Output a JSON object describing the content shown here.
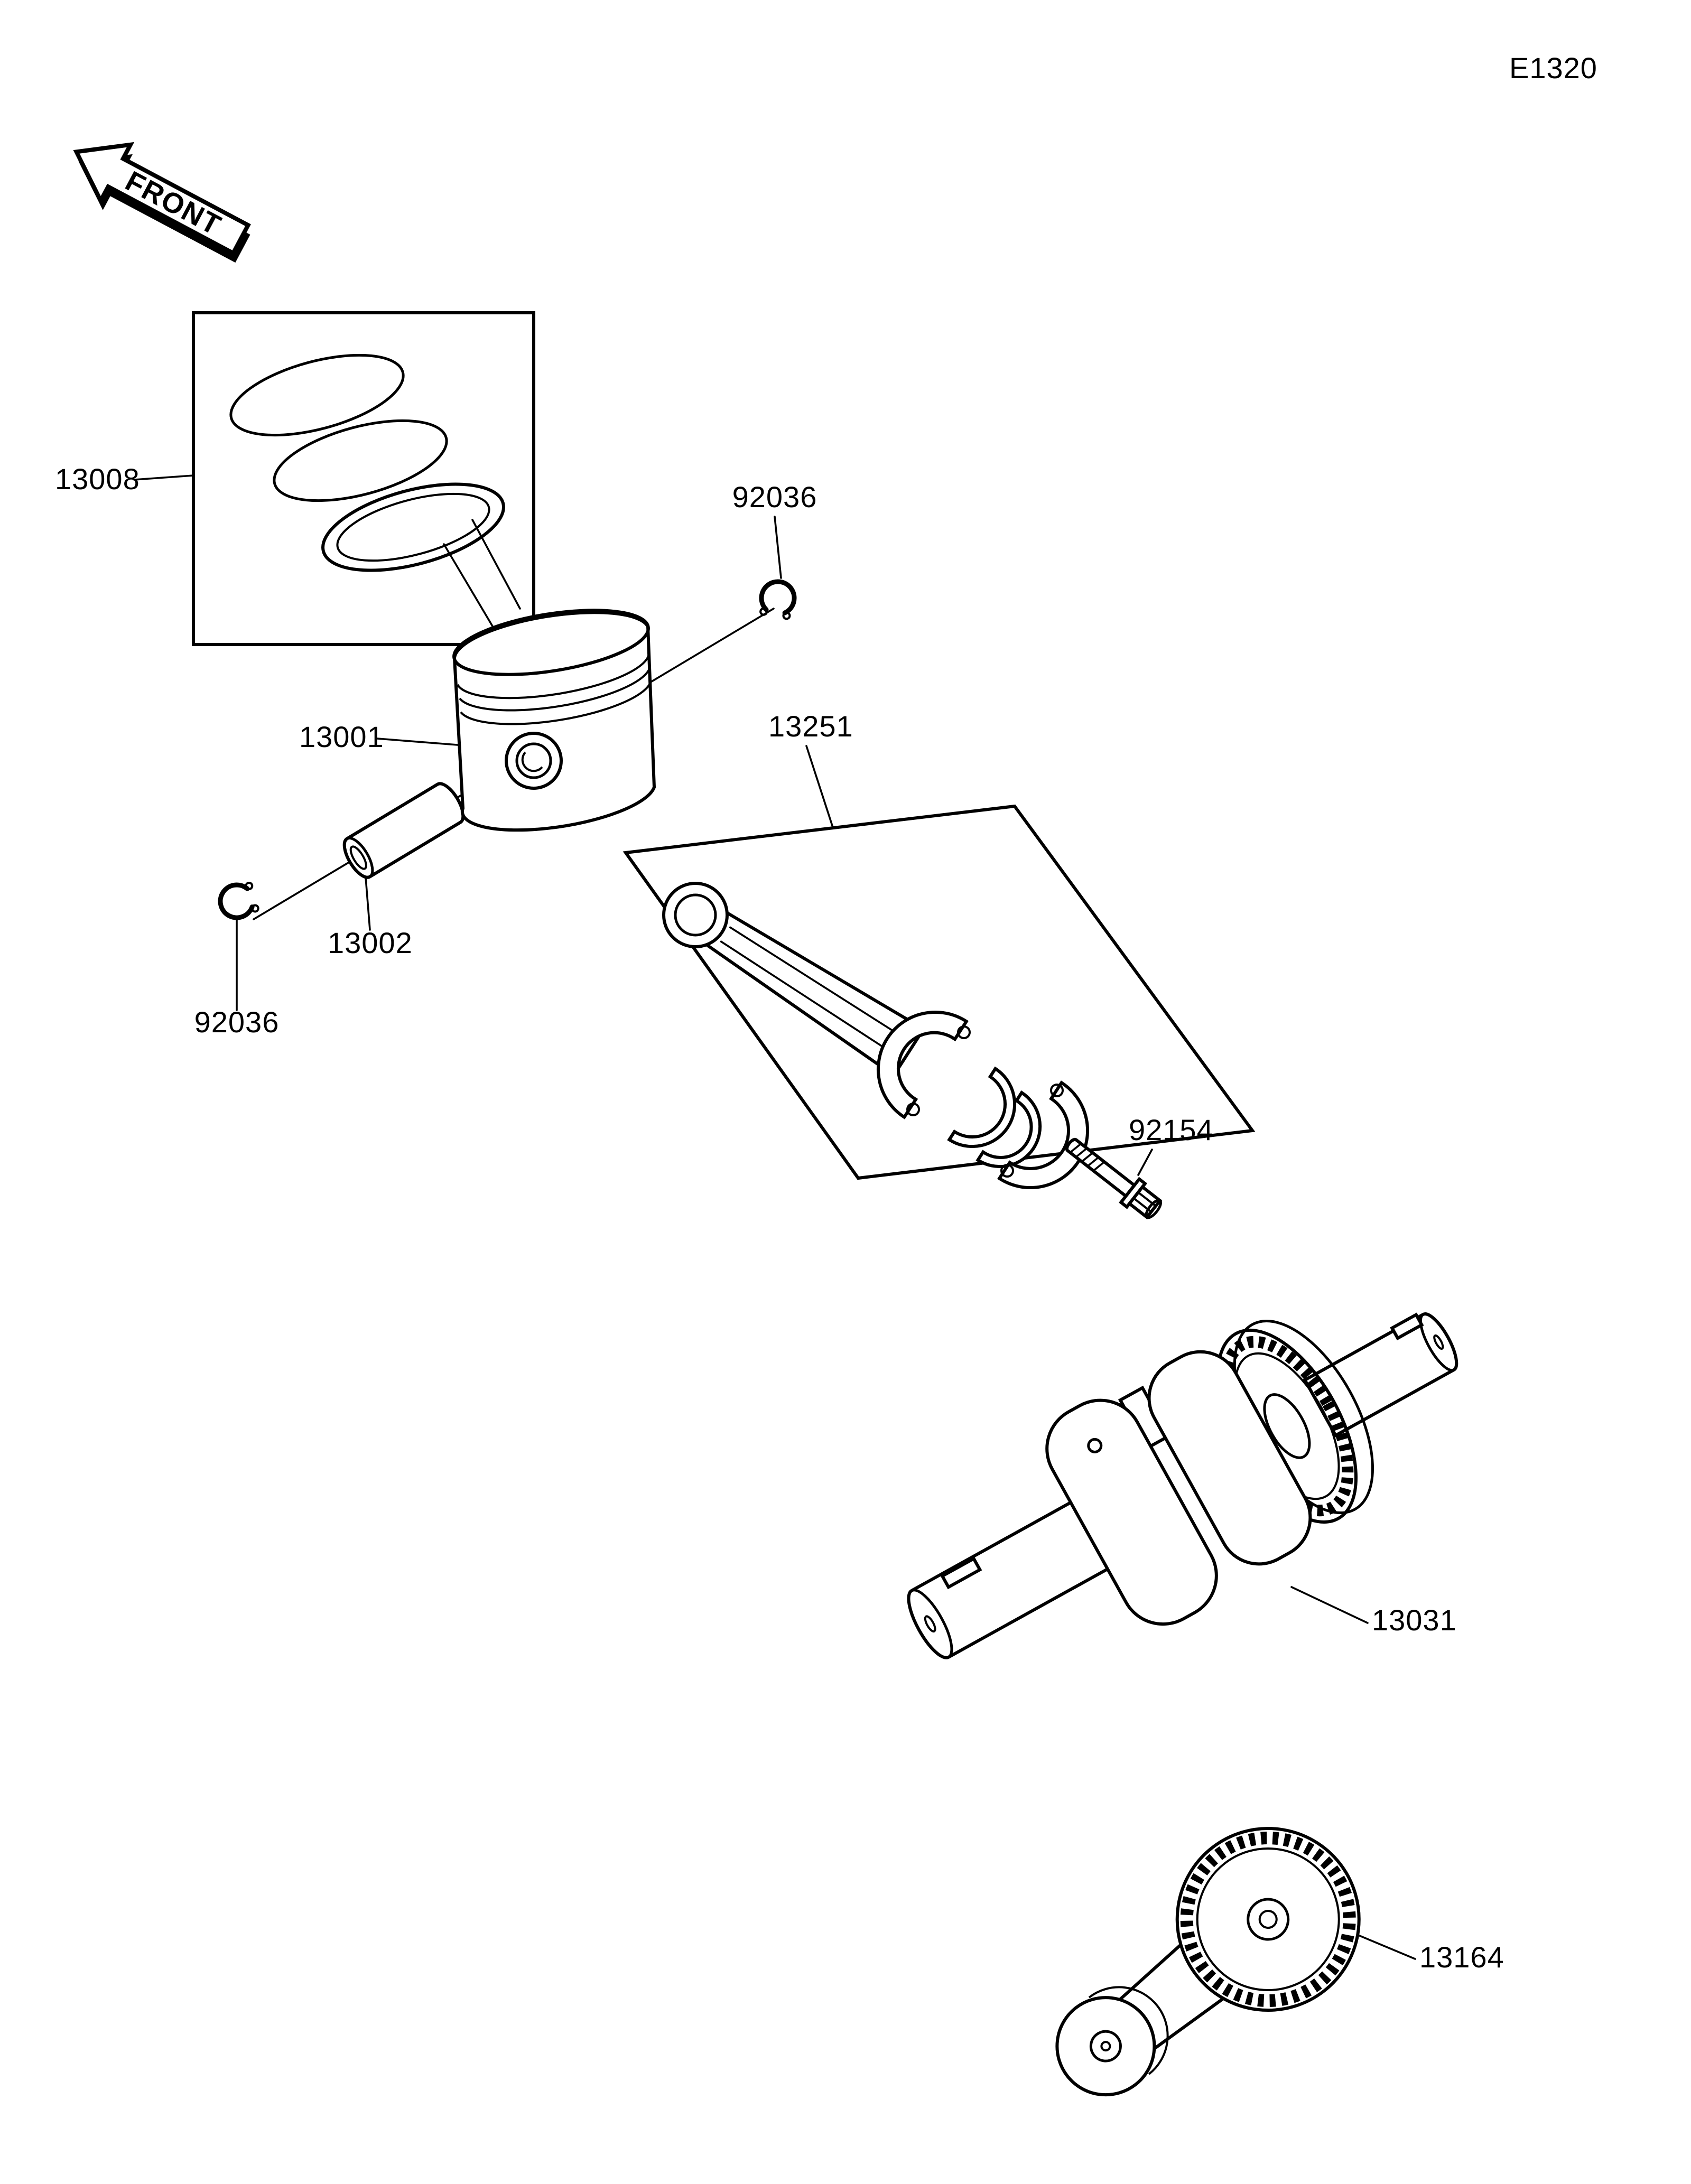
{
  "page": {
    "code": "E1320"
  },
  "front_marker": {
    "label": "FRONT"
  },
  "colors": {
    "line": "#000000",
    "background": "#ffffff"
  },
  "parts": [
    {
      "name": "piston-ring-set",
      "number": "13008"
    },
    {
      "name": "circlip-upper",
      "number": "92036"
    },
    {
      "name": "piston",
      "number": "13001"
    },
    {
      "name": "piston-pin",
      "number": "13002"
    },
    {
      "name": "circlip-lower",
      "number": "92036"
    },
    {
      "name": "connecting-rod",
      "number": "13251"
    },
    {
      "name": "connecting-rod-bolt",
      "number": "92154"
    },
    {
      "name": "crankshaft",
      "number": "13031"
    },
    {
      "name": "balancer-gear",
      "number": "13164"
    }
  ]
}
